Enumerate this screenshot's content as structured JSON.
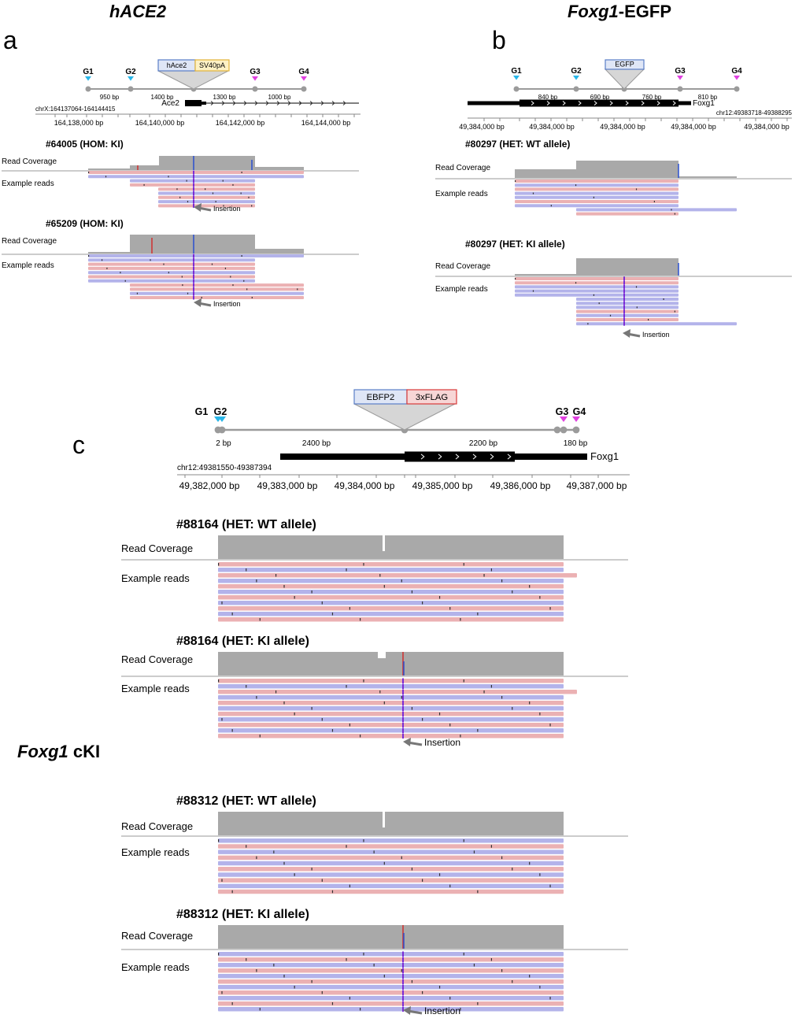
{
  "panels": {
    "a": {
      "letter": "a",
      "title": "hACE2",
      "guides": [
        "G1",
        "G2",
        "G3",
        "G4"
      ],
      "segments": [
        "950 bp",
        "1400 bp",
        "1300 bp",
        "1000 bp"
      ],
      "inserts": [
        "hAce2",
        "SV40pA"
      ],
      "coords": "chrX:164137064-164144415",
      "gene": "Ace2",
      "ticks": [
        "164,138,000 bp",
        "164,140,000 bp",
        "164,142,000 bp",
        "164,144,000 bp"
      ],
      "samples": [
        {
          "title": "#64005 (HOM: KI)",
          "coverage_label": "Read Coverage",
          "reads_label": "Example reads",
          "arrow_label": "Insertion"
        },
        {
          "title": "#65209 (HOM: KI)",
          "coverage_label": "Read Coverage",
          "reads_label": "Example reads",
          "arrow_label": "Insertion"
        }
      ]
    },
    "b": {
      "letter": "b",
      "title_italic": "Foxg1",
      "title_rest": "-EGFP",
      "guides": [
        "G1",
        "G2",
        "G3",
        "G4"
      ],
      "segments": [
        "840 bp",
        "690 bp",
        "760 bp",
        "810 bp"
      ],
      "inserts": [
        "EGFP"
      ],
      "coords": "chr12:49383718-49388295",
      "gene": "Foxg1",
      "ticks": [
        "49,384,000 bp",
        "49,384,000 bp",
        "49,384,000 bp",
        "49,384,000 bp",
        "49,384,000 bp"
      ],
      "samples": [
        {
          "title": "#80297 (HET: WT allele)",
          "coverage_label": "Read Coverage",
          "reads_label": "Example reads",
          "arrow_label": ""
        },
        {
          "title": "#80297 (HET: KI allele)",
          "coverage_label": "Read Coverage",
          "reads_label": "Example reads",
          "arrow_label": "Insertion"
        }
      ]
    },
    "c": {
      "letter": "c",
      "title_italic": "Foxg1",
      "title_rest": " cKI",
      "guides": [
        "G1",
        "G2",
        "G3",
        "G4"
      ],
      "segments": [
        "2 bp",
        "2400 bp",
        "2200 bp",
        "180 bp"
      ],
      "inserts": [
        "EBFP2",
        "3xFLAG"
      ],
      "coords": "chr12:49381550-49387394",
      "gene": "Foxg1",
      "ticks": [
        "49,382,000 bp",
        "49,383,000 bp",
        "49,384,000 bp",
        "49,385,000 bp",
        "49,386,000 bp",
        "49,387,000 bp"
      ],
      "samples": [
        {
          "title": "#88164 (HET: WT allele)",
          "coverage_label": "Read Coverage",
          "reads_label": "Example reads",
          "arrow_label": ""
        },
        {
          "title": "#88164 (HET: KI allele)",
          "coverage_label": "Read Coverage",
          "reads_label": "Example reads",
          "arrow_label": "Insertion"
        },
        {
          "title": "#88312 (HET: WT allele)",
          "coverage_label": "Read Coverage",
          "reads_label": "Example reads",
          "arrow_label": ""
        },
        {
          "title": "#88312 (HET: KI allele)",
          "coverage_label": "Read Coverage",
          "reads_label": "Example reads",
          "arrow_label": "Insertion"
        }
      ]
    }
  },
  "colors": {
    "guide_early": "#29b6e8",
    "guide_late": "#e040e0",
    "coverage": "#a9a9a9",
    "read_forward": "#ebb1b3",
    "read_reverse": "#b3b3ea",
    "insertion_mark": "#7b2bd6",
    "insert_blue_fill": "#dfe6f6",
    "insert_blue_border": "#5a7ec7",
    "insert_yellow_fill": "#fdf1c4",
    "insert_yellow_border": "#e2b33b",
    "insert_red_fill": "#f7d6d6",
    "insert_red_border": "#d83a3a"
  }
}
